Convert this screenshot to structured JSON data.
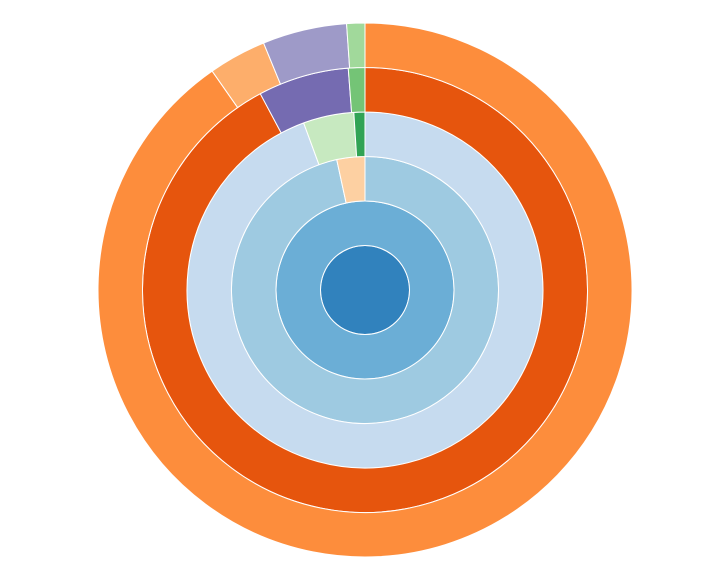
{
  "chart_data": {
    "type": "sunburst",
    "title": "",
    "rings": [
      {
        "name": "",
        "segments": [
          {
            "value": 100,
            "color": "#3182bd"
          }
        ]
      },
      {
        "name": "",
        "segments": [
          {
            "value": 100,
            "color": "#6baed6"
          }
        ]
      },
      {
        "name": "",
        "segments": [
          {
            "value": 96.6,
            "color": "#9ecae1"
          },
          {
            "value": 3.4,
            "color": "#fdd0a2"
          }
        ]
      },
      {
        "name": "",
        "segments": [
          {
            "value": 94.4,
            "color": "#c6dbef"
          },
          {
            "value": 4.6,
            "color": "#c7e9c0"
          },
          {
            "value": 1.0,
            "color": "#31a354"
          }
        ]
      },
      {
        "name": "",
        "segments": [
          {
            "value": 92.2,
            "color": "#e6550d"
          },
          {
            "value": 6.6,
            "color": "#756bb1"
          },
          {
            "value": 1.2,
            "color": "#74c476"
          }
        ]
      },
      {
        "name": "",
        "segments": [
          {
            "value": 90.3,
            "color": "#fd8d3c"
          },
          {
            "value": 3.5,
            "color": "#fdae6b"
          },
          {
            "value": 5.1,
            "color": "#9e9ac8"
          },
          {
            "value": 1.1,
            "color": "#a1d99b"
          }
        ]
      }
    ]
  }
}
